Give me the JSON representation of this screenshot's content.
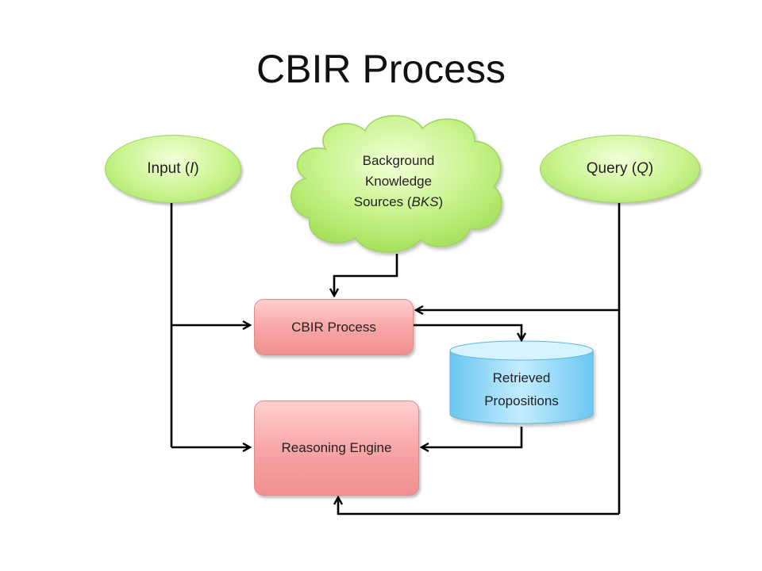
{
  "title": "CBIR Process",
  "nodes": {
    "input": {
      "label": "Input (",
      "var": "I",
      "suffix": ")"
    },
    "query": {
      "label": "Query  (",
      "var": "Q",
      "suffix": ")"
    },
    "bks": {
      "line1": "Background",
      "line2": "Knowledge",
      "line3_prefix": "Sources (",
      "line3_var": "BKS",
      "line3_suffix": ")"
    },
    "cbir": {
      "label": "CBIR Process"
    },
    "retrieved": {
      "line1": "Retrieved",
      "line2": "Propositions"
    },
    "reasoning": {
      "label": "Reasoning Engine"
    }
  },
  "colors": {
    "ellipse_fill": "#c9f48f",
    "box_fill": "#f7a7a7",
    "cylinder_fill": "#8fd6f5",
    "connector": "#000000"
  }
}
